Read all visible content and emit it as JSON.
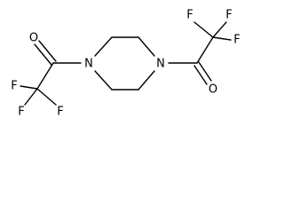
{
  "molecule": {
    "atoms": {
      "o_left": "O",
      "f_left_1": "F",
      "f_left_2": "F",
      "f_left_3": "F",
      "n_left": "N",
      "n_right": "N",
      "o_right": "O",
      "f_right_1": "F",
      "f_right_2": "F",
      "f_right_3": "F"
    }
  }
}
